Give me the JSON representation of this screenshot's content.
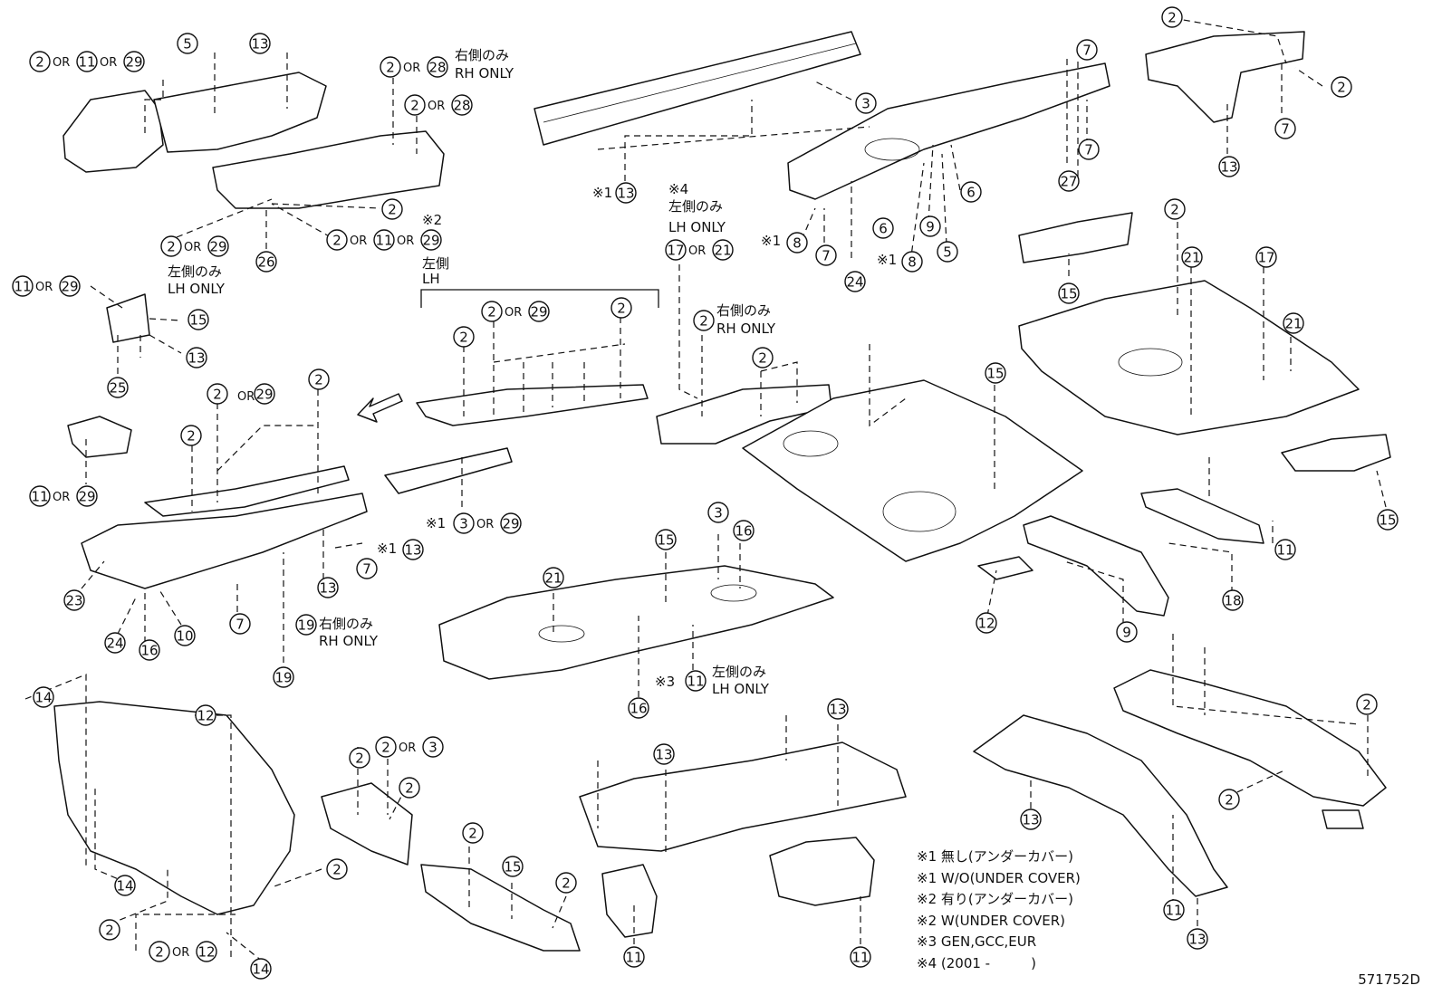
{
  "diagram_id": "571752D",
  "labels": {
    "rh_only": "RH ONLY",
    "lh_only": "LH ONLY",
    "right_side_only": "右側のみ",
    "left_side_only": "左側のみ",
    "left_side": "左側",
    "lh": "LH",
    "or": "OR",
    "note1": "※1",
    "note2": "※2",
    "note3": "※3",
    "note4": "※4"
  },
  "legend": [
    "※1 無し(アンダーカバー)",
    "※1 W/O(UNDER COVER)",
    "※2 有り(アンダーカバー)",
    "※2 W(UNDER COVER)",
    "※3 GEN,GCC,EUR",
    "※4 (2001 -　　　)"
  ]
}
